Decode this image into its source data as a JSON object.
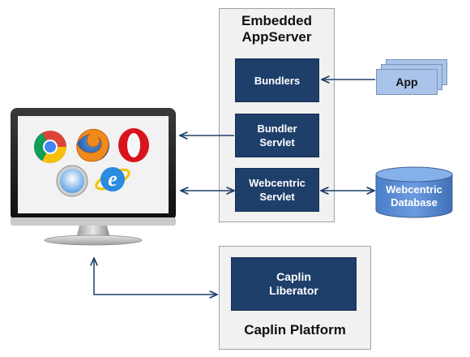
{
  "embedded_appserver": {
    "title": "Embedded\nAppServer",
    "bundlers": "Bundlers",
    "bundler_servlet": "Bundler\nServlet",
    "webcentric_servlet": "Webcentric\nServlet"
  },
  "app": {
    "label": "App"
  },
  "database": {
    "label": "Webcentric\nDatabase"
  },
  "caplin_platform": {
    "title": "Caplin Platform",
    "liberator": "Caplin\nLiberator"
  },
  "browser_icons": [
    "chrome-icon",
    "firefox-icon",
    "opera-icon",
    "safari-icon",
    "internet-explorer-icon"
  ],
  "colors": {
    "dark_box": "#1f3f6b",
    "light_box": "#a9c3ea",
    "arrow": "#1f3f6b",
    "panel": "#f1f1f1"
  }
}
